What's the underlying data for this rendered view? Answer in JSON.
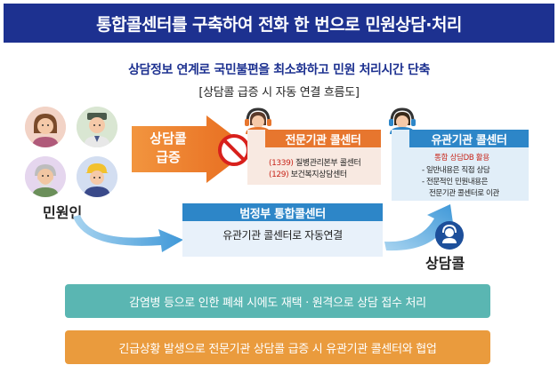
{
  "title": "통합콜센터를 구축하여 전화 한 번으로 민원상담·처리",
  "subtitle": "상담정보 연계로 국민불편을 최소화하고 민원 처리시간 단축",
  "caption": "[상담콜 급증 시 자동 연결 흐름도]",
  "civilian_label": "민원인",
  "surge_label_line1": "상담콜",
  "surge_label_line2": "급증",
  "specialist_center": {
    "title": "전문기관 콜센터",
    "lines": [
      {
        "num": "(1339)",
        "text": " 질병관리본부 콜센터"
      },
      {
        "num": "(129)",
        "text": " 보건복지상담센터"
      }
    ]
  },
  "related_center": {
    "title": "유관기관 콜센터",
    "db_line": "통합 상담DB 활용",
    "bullet1": "- 일반내용은 직접 상담",
    "bullet2": "- 전문적인 민원내용은",
    "bullet3": "전문기관 콜센터로 이관"
  },
  "moj_center": {
    "title": "범정부 통합콜센터",
    "body": "유관기관 콜센터로 자동연결"
  },
  "consult_label": "상담콜",
  "banner_teal": "감염병 등으로 인한 폐쇄 시에도 재택 · 원격으로 상담 접수 처리",
  "banner_orange": "긴급상황 발생으로 전문기관 상담콜 급증 시 유관기관 콜센터와 협업",
  "colors": {
    "title_bar": "#1d3190",
    "orange": "#e7762e",
    "blue": "#2d86c8",
    "teal": "#5ab6b2",
    "banner_orange": "#ea9b3d"
  },
  "icons": [
    "person-woman-icon",
    "person-man-icon",
    "person-elder-icon",
    "person-worker-icon",
    "operator-icon",
    "prohibited-icon",
    "headset-icon"
  ]
}
